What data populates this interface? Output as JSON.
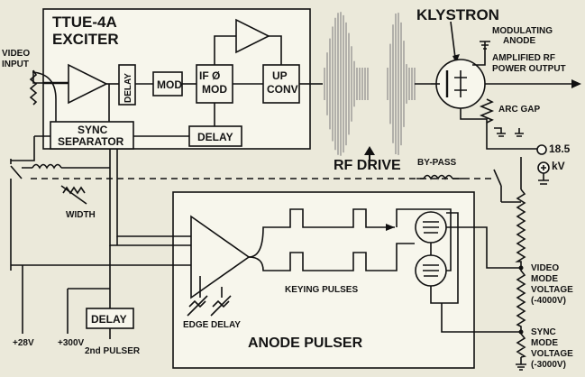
{
  "labels": {
    "exciter_line1": "TTUE-4A",
    "exciter_line2": "EXCITER",
    "video_input_line1": "VIDEO",
    "video_input_line2": "INPUT",
    "delay": "DELAY",
    "mod": "MOD",
    "if_mod_line1": "IF Ø",
    "if_mod_line2": "MOD",
    "up_conv_line1": "UP",
    "up_conv_line2": "CONV",
    "sync_sep_line1": "SYNC",
    "sync_sep_line2": "SEPARATOR",
    "delay_lower": "DELAY",
    "rf_drive": "RF DRIVE",
    "klystron": "KLYSTRON",
    "modulating_anode_line1": "MODULATING",
    "modulating_anode_line2": "ANODE",
    "amplified_line1": "AMPLIFIED RF",
    "amplified_line2": "POWER OUTPUT",
    "arc_gap": "ARC GAP",
    "voltage_185_line1": "18.5",
    "voltage_185_line2": "kV",
    "bypass": "BY-PASS",
    "width": "WIDTH",
    "keying_pulses": "KEYING PULSES",
    "edge": "EDGE",
    "delay_pot": "DELAY",
    "anode_pulser": "ANODE PULSER",
    "plus28": "+28V",
    "plus300": "+300V",
    "pulser_delay": "DELAY",
    "second_pulser": "2nd PULSER",
    "video_mode_line1": "VIDEO",
    "video_mode_line2": "MODE",
    "video_mode_line3": "VOLTAGE",
    "video_mode_line4": "(-4000V)",
    "sync_mode_line1": "SYNC",
    "sync_mode_line2": "MODE",
    "sync_mode_line3": "VOLTAGE",
    "sync_mode_line4": "(-3000V)"
  },
  "icons": {
    "rf_drive_arrow": "up-arrow-icon",
    "ground": "ground-symbol-icon",
    "amplifier": "triangle-amplifier-icon",
    "tube": "vacuum-tube-icon",
    "resistor": "resistor-zigzag-icon"
  },
  "colors": {
    "ink": "#111111",
    "paper": "#ebe9da",
    "box_fill": "#f7f6ec",
    "rf_texture": "#8b8b8b"
  }
}
